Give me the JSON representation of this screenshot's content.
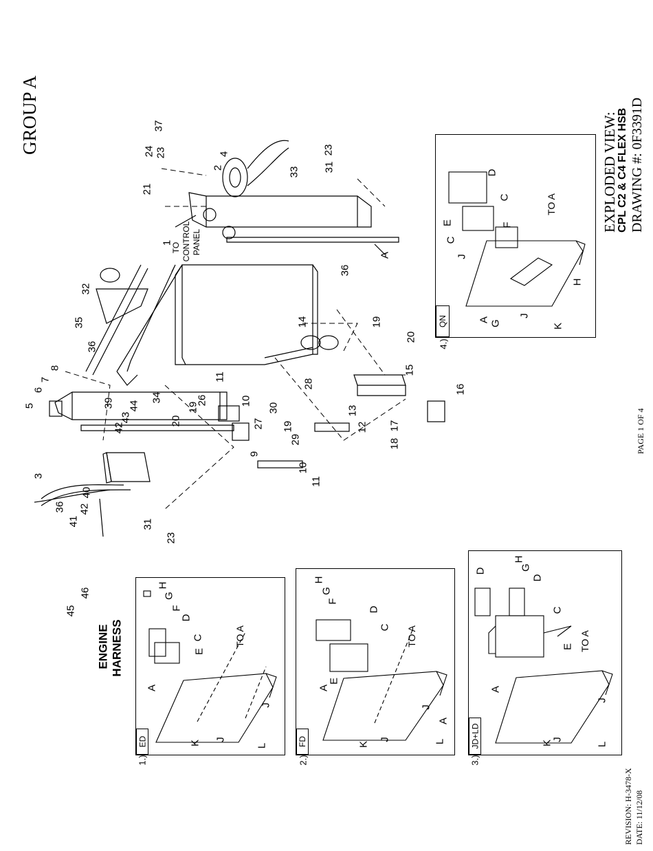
{
  "header": {
    "group": "GROUP A",
    "view_title": "EXPLODED VIEW:",
    "model": "CPL C2 & C4 FLEX HSB",
    "drawing_number": "DRAWING #: 0F3391D"
  },
  "footer": {
    "page": "PAGE 1 OF 4",
    "revision": "REVISION: H-3478-X",
    "date": "DATE: 11/12/08"
  },
  "main_labels": {
    "to_control_panel": [
      "TO",
      "CONTROL",
      "PANEL"
    ],
    "engine_harness": [
      "ENGINE",
      "HARNESS"
    ],
    "ref_a": "A"
  },
  "main_callouts": [
    {
      "text": "1"
    },
    {
      "text": "2"
    },
    {
      "text": "3"
    },
    {
      "text": "4"
    },
    {
      "text": "5"
    },
    {
      "text": "6"
    },
    {
      "text": "7"
    },
    {
      "text": "8"
    },
    {
      "text": "9"
    },
    {
      "text": "10"
    },
    {
      "text": "10"
    },
    {
      "text": "11"
    },
    {
      "text": "11"
    },
    {
      "text": "12"
    },
    {
      "text": "13"
    },
    {
      "text": "14"
    },
    {
      "text": "15"
    },
    {
      "text": "16"
    },
    {
      "text": "17"
    },
    {
      "text": "18"
    },
    {
      "text": "19"
    },
    {
      "text": "19"
    },
    {
      "text": "19"
    },
    {
      "text": "20"
    },
    {
      "text": "20"
    },
    {
      "text": "21"
    },
    {
      "text": "23"
    },
    {
      "text": "23"
    },
    {
      "text": "23"
    },
    {
      "text": "24"
    },
    {
      "text": "26"
    },
    {
      "text": "27"
    },
    {
      "text": "28"
    },
    {
      "text": "29"
    },
    {
      "text": "30"
    },
    {
      "text": "31"
    },
    {
      "text": "31"
    },
    {
      "text": "32"
    },
    {
      "text": "33"
    },
    {
      "text": "34"
    },
    {
      "text": "35"
    },
    {
      "text": "36"
    },
    {
      "text": "36"
    },
    {
      "text": "36"
    },
    {
      "text": "37"
    },
    {
      "text": "39"
    },
    {
      "text": "40"
    },
    {
      "text": "41"
    },
    {
      "text": "42"
    },
    {
      "text": "42"
    },
    {
      "text": "43"
    },
    {
      "text": "44"
    },
    {
      "text": "45"
    },
    {
      "text": "46"
    }
  ],
  "insets": [
    {
      "number": "1.)",
      "tag": "ED",
      "to_a": "TO A",
      "letters": [
        "A",
        "C",
        "D",
        "E",
        "F",
        "G",
        "H",
        "J",
        "J",
        "K",
        "L"
      ]
    },
    {
      "number": "2.)",
      "tag": "FD",
      "to_a": "TO A",
      "letters": [
        "A",
        "A",
        "C",
        "D",
        "E",
        "F",
        "G",
        "H",
        "J",
        "J",
        "K",
        "L"
      ]
    },
    {
      "number": "3.)",
      "tag": "JD+LD",
      "to_a": "TO A",
      "letters": [
        "A",
        "C",
        "D",
        "D",
        "E",
        "G",
        "H",
        "J",
        "J",
        "K",
        "L"
      ]
    },
    {
      "number": "4.)",
      "tag": "QN",
      "to_a": "TO A",
      "letters": [
        "A",
        "C",
        "C",
        "D",
        "E",
        "F",
        "G",
        "H",
        "J",
        "J",
        "K"
      ]
    }
  ]
}
